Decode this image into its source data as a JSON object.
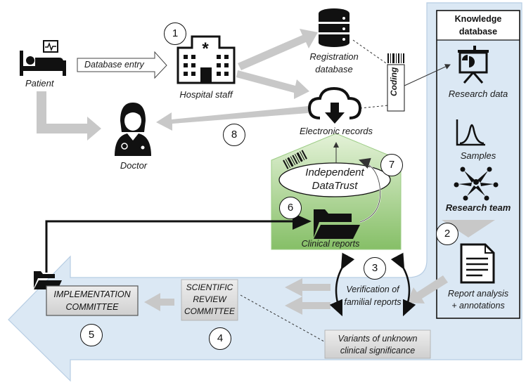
{
  "kb": {
    "title_line1": "Knowledge",
    "title_line2": "database",
    "research_data": "Research data",
    "samples": "Samples",
    "research_team": "Research team",
    "report_line1": "Report analysis",
    "report_line2": "+ annotations"
  },
  "actors": {
    "patient": "Patient",
    "hospital_staff": "Hospital staff",
    "doctor": "Doctor",
    "registration_line1": "Registration",
    "registration_line2": "database",
    "electronic_records": "Electronic records"
  },
  "flow": {
    "database_entry": "Database entry",
    "coding": "Coding",
    "datatrust_line1": "Independent",
    "datatrust_line2": "DataTrust",
    "clinical_reports": "Clinical reports",
    "verification_line1": "Verification of",
    "verification_line2": "familial reports",
    "variants_line1": "Variants of unknown",
    "variants_line2": "clinical significance"
  },
  "committees": {
    "implementation_line1": "IMPLEMENTATION",
    "implementation_line2": "COMMITTEE",
    "scientific_line1": "SCIENTIFIC",
    "scientific_line2": "REVIEW",
    "scientific_line3": "COMMITTEE"
  },
  "steps": {
    "s1": "1",
    "s2": "2",
    "s3": "3",
    "s4": "4",
    "s5": "5",
    "s6": "6",
    "s7": "7",
    "s8": "8"
  },
  "colors": {
    "band": "#dbe8f4",
    "band_edge": "#b7cde3",
    "green_top": "#d6ebc6",
    "green_bottom": "#88c06a",
    "gray_arrow": "#c8c8c8"
  }
}
